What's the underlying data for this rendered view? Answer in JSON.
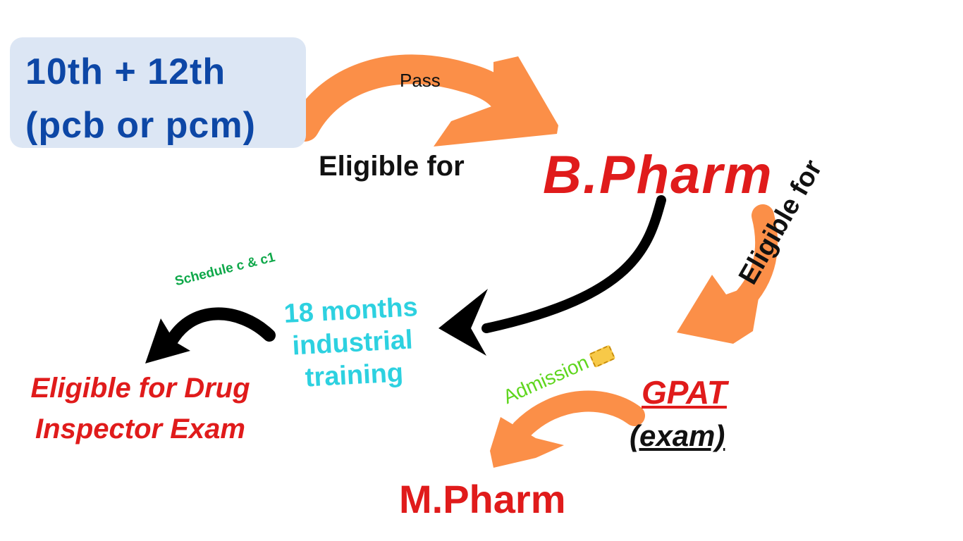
{
  "start": {
    "line1": "10th + 12th",
    "line2": "(pcb or pcm)"
  },
  "labels": {
    "pass": "Pass",
    "eligible_for_bpharm": "Eligible for",
    "bpharm": "B.Pharm",
    "eligible_for_gpat": "Eligible for",
    "gpat": "GPAT",
    "exam": "(exam)",
    "admission": "Admission",
    "mpharm": "M.Pharm",
    "training_line1": "18 months",
    "training_line2": "industrial",
    "training_line3": "training",
    "schedule": "Schedule c & c1",
    "drug_line1": "Eligible for Drug",
    "drug_line2": "Inspector Exam"
  },
  "colors": {
    "orange_arrow": "#fb8f48",
    "black_arrow": "#000000",
    "title_red": "#e01b1b",
    "start_blue": "#0d47a6",
    "start_bg": "#dce6f4",
    "training_cyan": "#2dd1e0",
    "schedule_green": "#0fa84a",
    "admission_green": "#5fd61e"
  },
  "icons": {
    "ticket": "admission-ticket-icon"
  }
}
